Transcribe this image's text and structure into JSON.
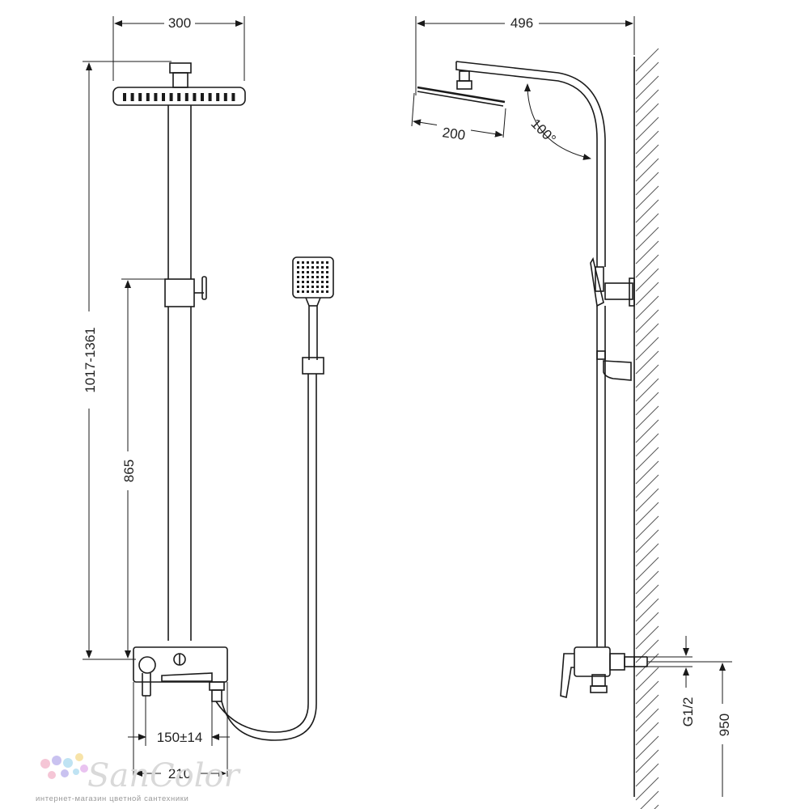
{
  "dimensions": {
    "head_width_front": "300",
    "overall_depth": "496",
    "head_diameter_side": "200",
    "arm_angle": "100°",
    "column_height": "1017-1361",
    "holder_height": "865",
    "inlet_spacing": "150±14",
    "mixer_width": "210",
    "inlet_thread": "G1/2",
    "mixer_height": "950"
  },
  "logo": {
    "name": "SanColor",
    "tagline": "интернет-магазин цветной сантехники",
    "dot_colors": [
      "#f5c6d6",
      "#c9c2f0",
      "#bfe3f3",
      "#f7e3a8",
      "#e9c3f0"
    ]
  },
  "colors": {
    "line": "#1a1a1a",
    "hatch": "#555555"
  }
}
